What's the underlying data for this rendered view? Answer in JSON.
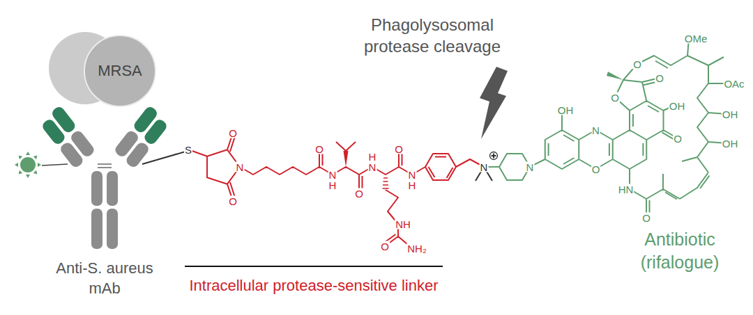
{
  "diagram": {
    "nodes": [
      {
        "text": [
          "MRSA"
        ]
      }
    ],
    "labels": [
      "Phagolysosomal protease cleavage",
      "Anti-S. aureus mAb",
      "Intracellular protease-sensitive linker",
      "Antibiotic (rifalogue)",
      "S",
      "O",
      "N",
      "O",
      "O",
      "N",
      "H",
      "O",
      "N",
      "H",
      "O",
      "NH",
      "O",
      "NH₂",
      "N",
      "H",
      "N",
      "N",
      "OH",
      "N",
      "O",
      "O",
      "O",
      "O",
      "OMe",
      "OAc",
      "OH",
      "OH",
      "OH",
      "O",
      "HN",
      "O"
    ]
  }
}
